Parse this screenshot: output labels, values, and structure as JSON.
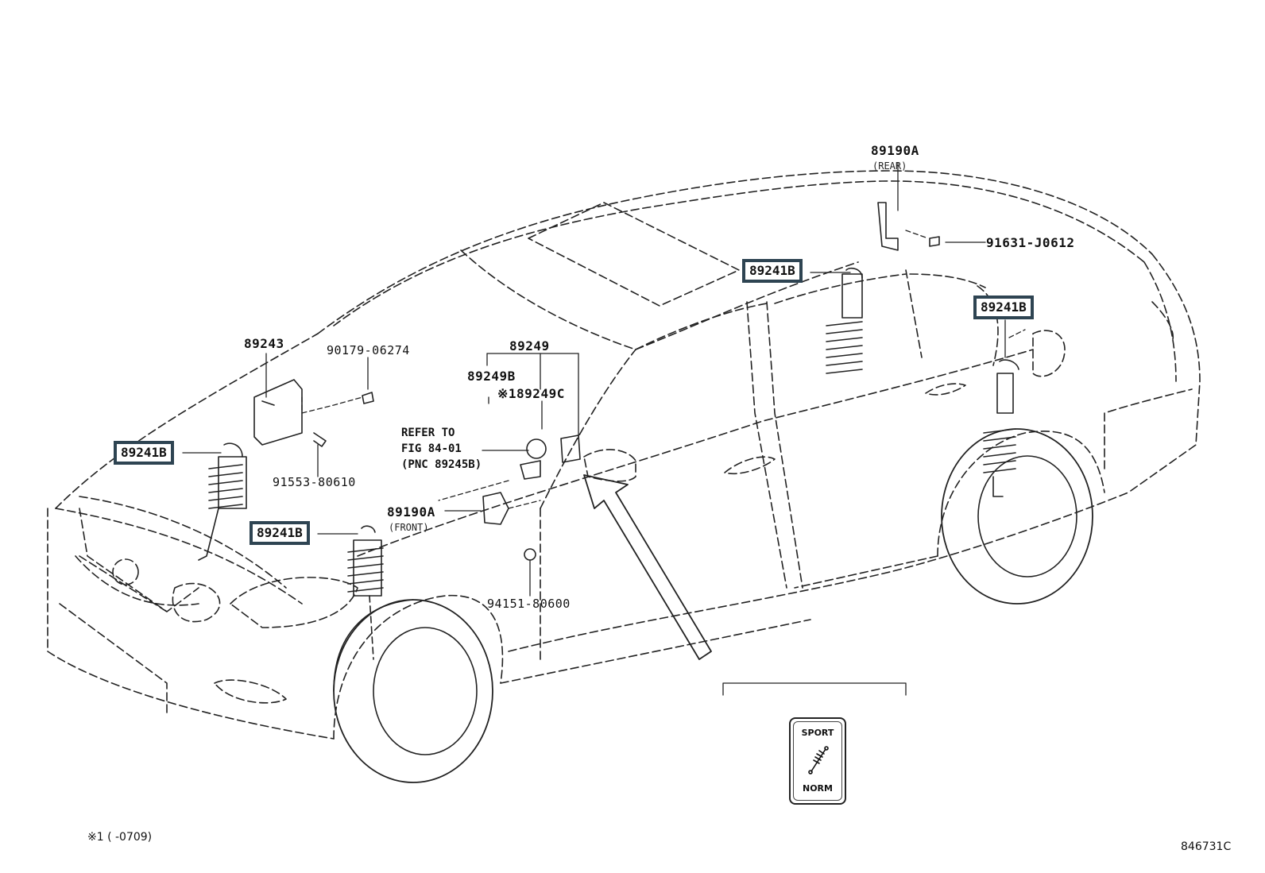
{
  "labels": {
    "p89190a_rear": "89190A",
    "p89190a_rear_sub": "(REAR)",
    "p91631": "91631-J0612",
    "p89241b_1": "89241B",
    "p89241b_2": "89241B",
    "p89241b_3": "89241B",
    "p89241b_4": "89241B",
    "p89243": "89243",
    "p90179": "90179-06274",
    "p89249": "89249",
    "p89249b": "89249B",
    "p89249c": "※189249C",
    "refer_to": "REFER TO\nFIG 84-01\n(PNC 89245B)",
    "p91553": "91553-80610",
    "p89190a_front": "89190A",
    "p89190a_front_sub": "(FRONT)",
    "p94151": "94151-80600"
  },
  "switch": {
    "top_label": "SPORT",
    "bottom_label": "NORM",
    "icon": "shock-absorber-icon"
  },
  "footnote": "※1 (        -0709)",
  "diagram_id": "846731C"
}
